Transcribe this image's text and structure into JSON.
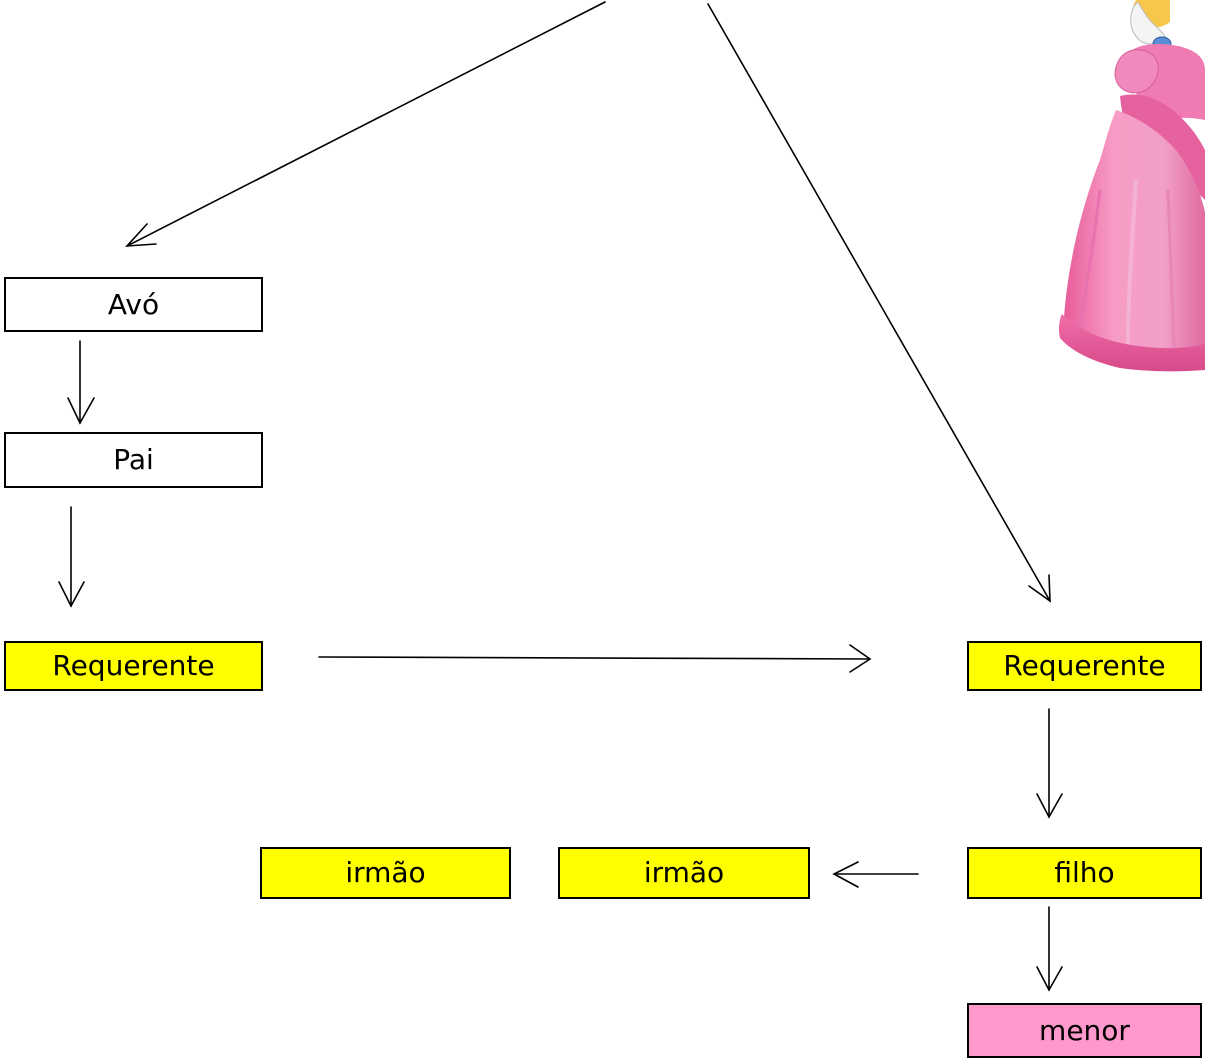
{
  "nodes": {
    "avo": {
      "label": "Avó",
      "fill": "#ffffff"
    },
    "pai": {
      "label": "Pai",
      "fill": "#ffffff"
    },
    "req_left": {
      "label": "Requerente",
      "fill": "#ffff00"
    },
    "req_right": {
      "label": "Requerente",
      "fill": "#ffff00"
    },
    "filho": {
      "label": "filho",
      "fill": "#ffff00"
    },
    "irmao_1": {
      "label": "irmão",
      "fill": "#ffff00"
    },
    "irmao_2": {
      "label": "irmão",
      "fill": "#ffff00"
    },
    "menor": {
      "label": "menor",
      "fill": "#ff99cc"
    }
  },
  "edges": [
    {
      "from": "top",
      "to": "avo"
    },
    {
      "from": "top",
      "to": "req_right"
    },
    {
      "from": "avo",
      "to": "pai"
    },
    {
      "from": "pai",
      "to": "req_left"
    },
    {
      "from": "req_left",
      "to": "req_right"
    },
    {
      "from": "req_right",
      "to": "filho"
    },
    {
      "from": "filho",
      "to": "irmao_2"
    },
    {
      "from": "filho",
      "to": "menor"
    }
  ],
  "image": {
    "icon": "princess-character-illustration"
  }
}
